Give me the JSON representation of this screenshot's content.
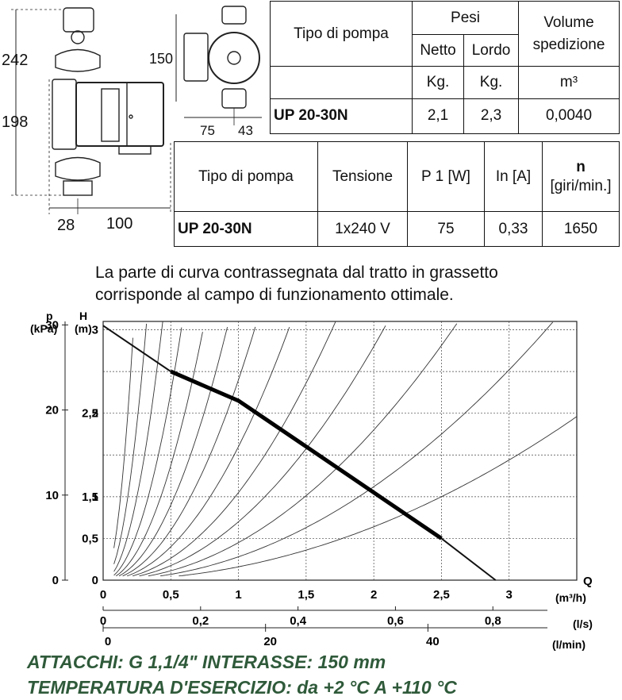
{
  "drawing": {
    "dim_242": "242",
    "dim_198": "198",
    "dim_150": "150",
    "dim_75": "75",
    "dim_43": "43",
    "dim_28": "28",
    "dim_100": "100"
  },
  "table1": {
    "header_tipo": "Tipo di pompa",
    "header_pesi": "Pesi",
    "header_netto": "Netto",
    "header_lordo": "Lordo",
    "header_volume": "Volume spedizione",
    "unit_netto": "Kg.",
    "unit_lordo": "Kg.",
    "unit_volume": "m³",
    "row_model": "UP 20-30N",
    "row_netto": "2,1",
    "row_lordo": "2,3",
    "row_volume": "0,0040"
  },
  "table2": {
    "header_tipo": "Tipo di pompa",
    "header_tensione": "Tensione",
    "header_p1": "P 1 [W]",
    "header_in": "In [A]",
    "header_n": "n",
    "header_n_unit": "[giri/min.]",
    "row_model": "UP 20-30N",
    "row_tensione": "1x240 V",
    "row_p1": "75",
    "row_in": "0,33",
    "row_n": "1650"
  },
  "caption": {
    "line1": "La parte di curva contrassegnata dal tratto in grassetto",
    "line2": "corrisponde al campo di funzionamento ottimale."
  },
  "chart_data": {
    "type": "line",
    "title": "",
    "ylabel_left": "p (kPa)",
    "ylabel_right": "H (m)",
    "y_kpa_ticks": [
      "0",
      "10",
      "20",
      "30"
    ],
    "y_m_ticks": [
      "0",
      "0.5",
      "1",
      "1,5",
      "2",
      "2,5",
      "3"
    ],
    "y_m_labels": [
      "0",
      "0,5",
      "1",
      "1,5",
      "2",
      "2,5",
      "3"
    ],
    "ylim_m": [
      0,
      3.1
    ],
    "x_m3h_label": "(m³/h)",
    "x_m3h_ticks": [
      "0",
      "0,5",
      "1",
      "1,5",
      "2",
      "2,5",
      "3"
    ],
    "x_ls_label": "(l/s)",
    "x_ls_ticks": [
      "0",
      "0,2",
      "0,4",
      "0,6",
      "0,8"
    ],
    "x_lmin_label": "(l/min)",
    "x_lmin_ticks": [
      "0",
      "20",
      "40"
    ],
    "q_label": "Q",
    "xlim_m3h": [
      0,
      3.5
    ],
    "grid": true,
    "series": [
      {
        "points_m3h_m": [
          [
            0,
            3.05
          ],
          [
            0.5,
            2.5
          ],
          [
            1.0,
            2.15
          ],
          [
            1.5,
            1.6
          ],
          [
            2.0,
            1.05
          ],
          [
            2.5,
            0.5
          ],
          [
            2.9,
            0.0
          ]
        ],
        "bold_range_m3h": [
          0.5,
          2.5
        ]
      }
    ]
  },
  "footer": {
    "line1": "ATTACCHI: G 1,1/4\"   INTERASSE: 150 mm",
    "line2": "TEMPERATURA D'ESERCIZIO: da +2 °C A +110 °C"
  }
}
